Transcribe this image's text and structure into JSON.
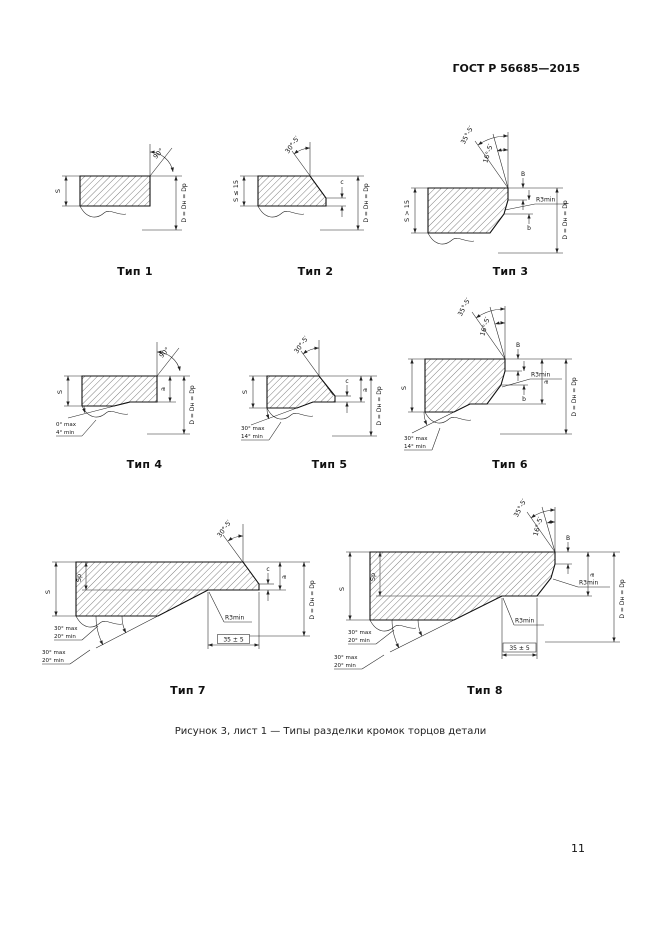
{
  "page": {
    "header": "ГОСТ Р 56685—2015",
    "caption": "Рисунок 3, лист 1 — Типы разделки кромок торцов детали",
    "page_number": "11"
  },
  "figures": [
    {
      "title": "Тип 1",
      "labels": {
        "face_angle": "90°",
        "s": "S",
        "d": "D = Dн = Dр"
      }
    },
    {
      "title": "Тип 2",
      "labels": {
        "bevel": "30°-5′",
        "s": "S ≤ 15",
        "c": "c",
        "d": "D = Dн = Dр"
      }
    },
    {
      "title": "Тип 3",
      "labels": {
        "bevel1": "35°-5′",
        "bevel2": "16°-5′",
        "radius": "R3min",
        "s": "S > 15",
        "b_big": "B",
        "b_small": "b",
        "d": "D = Dн = Dр"
      }
    },
    {
      "title": "Тип 4",
      "labels": {
        "face_angle": "90°",
        "s": "S",
        "a": "a",
        "bore_max": "0° max",
        "bore_min": "4° min",
        "d": "D = Dн = Dр"
      }
    },
    {
      "title": "Тип 5",
      "labels": {
        "bevel": "30°-5′",
        "s": "S",
        "a": "a",
        "c": "c",
        "bore_max": "30° max",
        "bore_min": "14° min",
        "d": "D = Dн = Dр"
      }
    },
    {
      "title": "Тип 6",
      "labels": {
        "bevel1": "35°-5′",
        "bevel2": "16°-5′",
        "radius": "R3min",
        "s": "S",
        "a": "a",
        "b_big": "B",
        "b_small": "b",
        "bore_max": "30° max",
        "bore_min": "14° min",
        "d": "D = Dн = Dр"
      }
    },
    {
      "title": "Тип 7",
      "labels": {
        "bevel": "30°-5′",
        "s": "S",
        "sp": "Sр",
        "a": "a",
        "c": "c",
        "radius": "R3min",
        "length": "35 ± 5",
        "taper1_max": "30° max",
        "taper1_min": "20° min",
        "taper2_max": "30° max",
        "taper2_min": "20° min",
        "d": "D = Dн = Dр"
      }
    },
    {
      "title": "Тип 8",
      "labels": {
        "bevel1": "35°-5′",
        "bevel2": "16°-5′",
        "radius_top": "R3min",
        "s": "S",
        "sp": "Sр",
        "a": "a",
        "b_big": "B",
        "radius_bottom": "R3min",
        "length": "35 ± 5",
        "taper1_max": "30° max",
        "taper1_min": "20° min",
        "taper2_max": "30° max",
        "taper2_min": "20° min",
        "d": "D = Dн = Dр"
      }
    }
  ]
}
